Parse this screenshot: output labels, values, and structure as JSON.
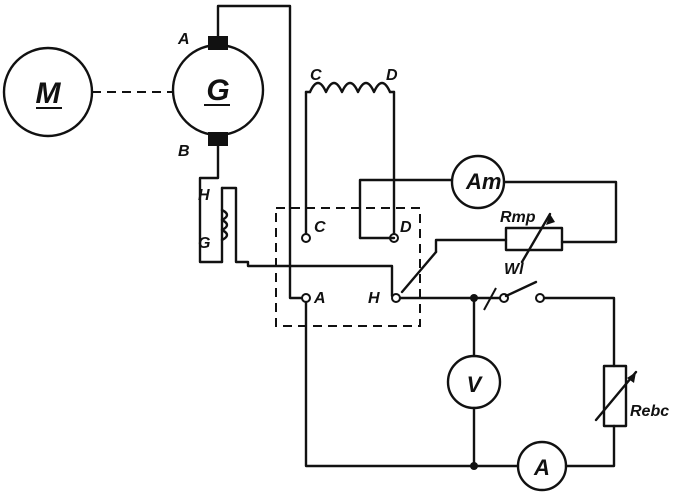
{
  "components": {
    "motor": "M",
    "generator": "G",
    "voltmeter": "V",
    "ammeter": "A",
    "field_ammeter": "Am",
    "field_rheostat_label": "Rmp",
    "load_rheostat_label": "Rebc",
    "switch_label": "Wl"
  },
  "terminals": {
    "brush_a": "A",
    "brush_b": "B",
    "coil_c": "C",
    "coil_d": "D",
    "shunt_h": "H",
    "shunt_g": "G",
    "board_c": "C",
    "board_d": "D",
    "board_a": "A",
    "board_h": "H"
  }
}
